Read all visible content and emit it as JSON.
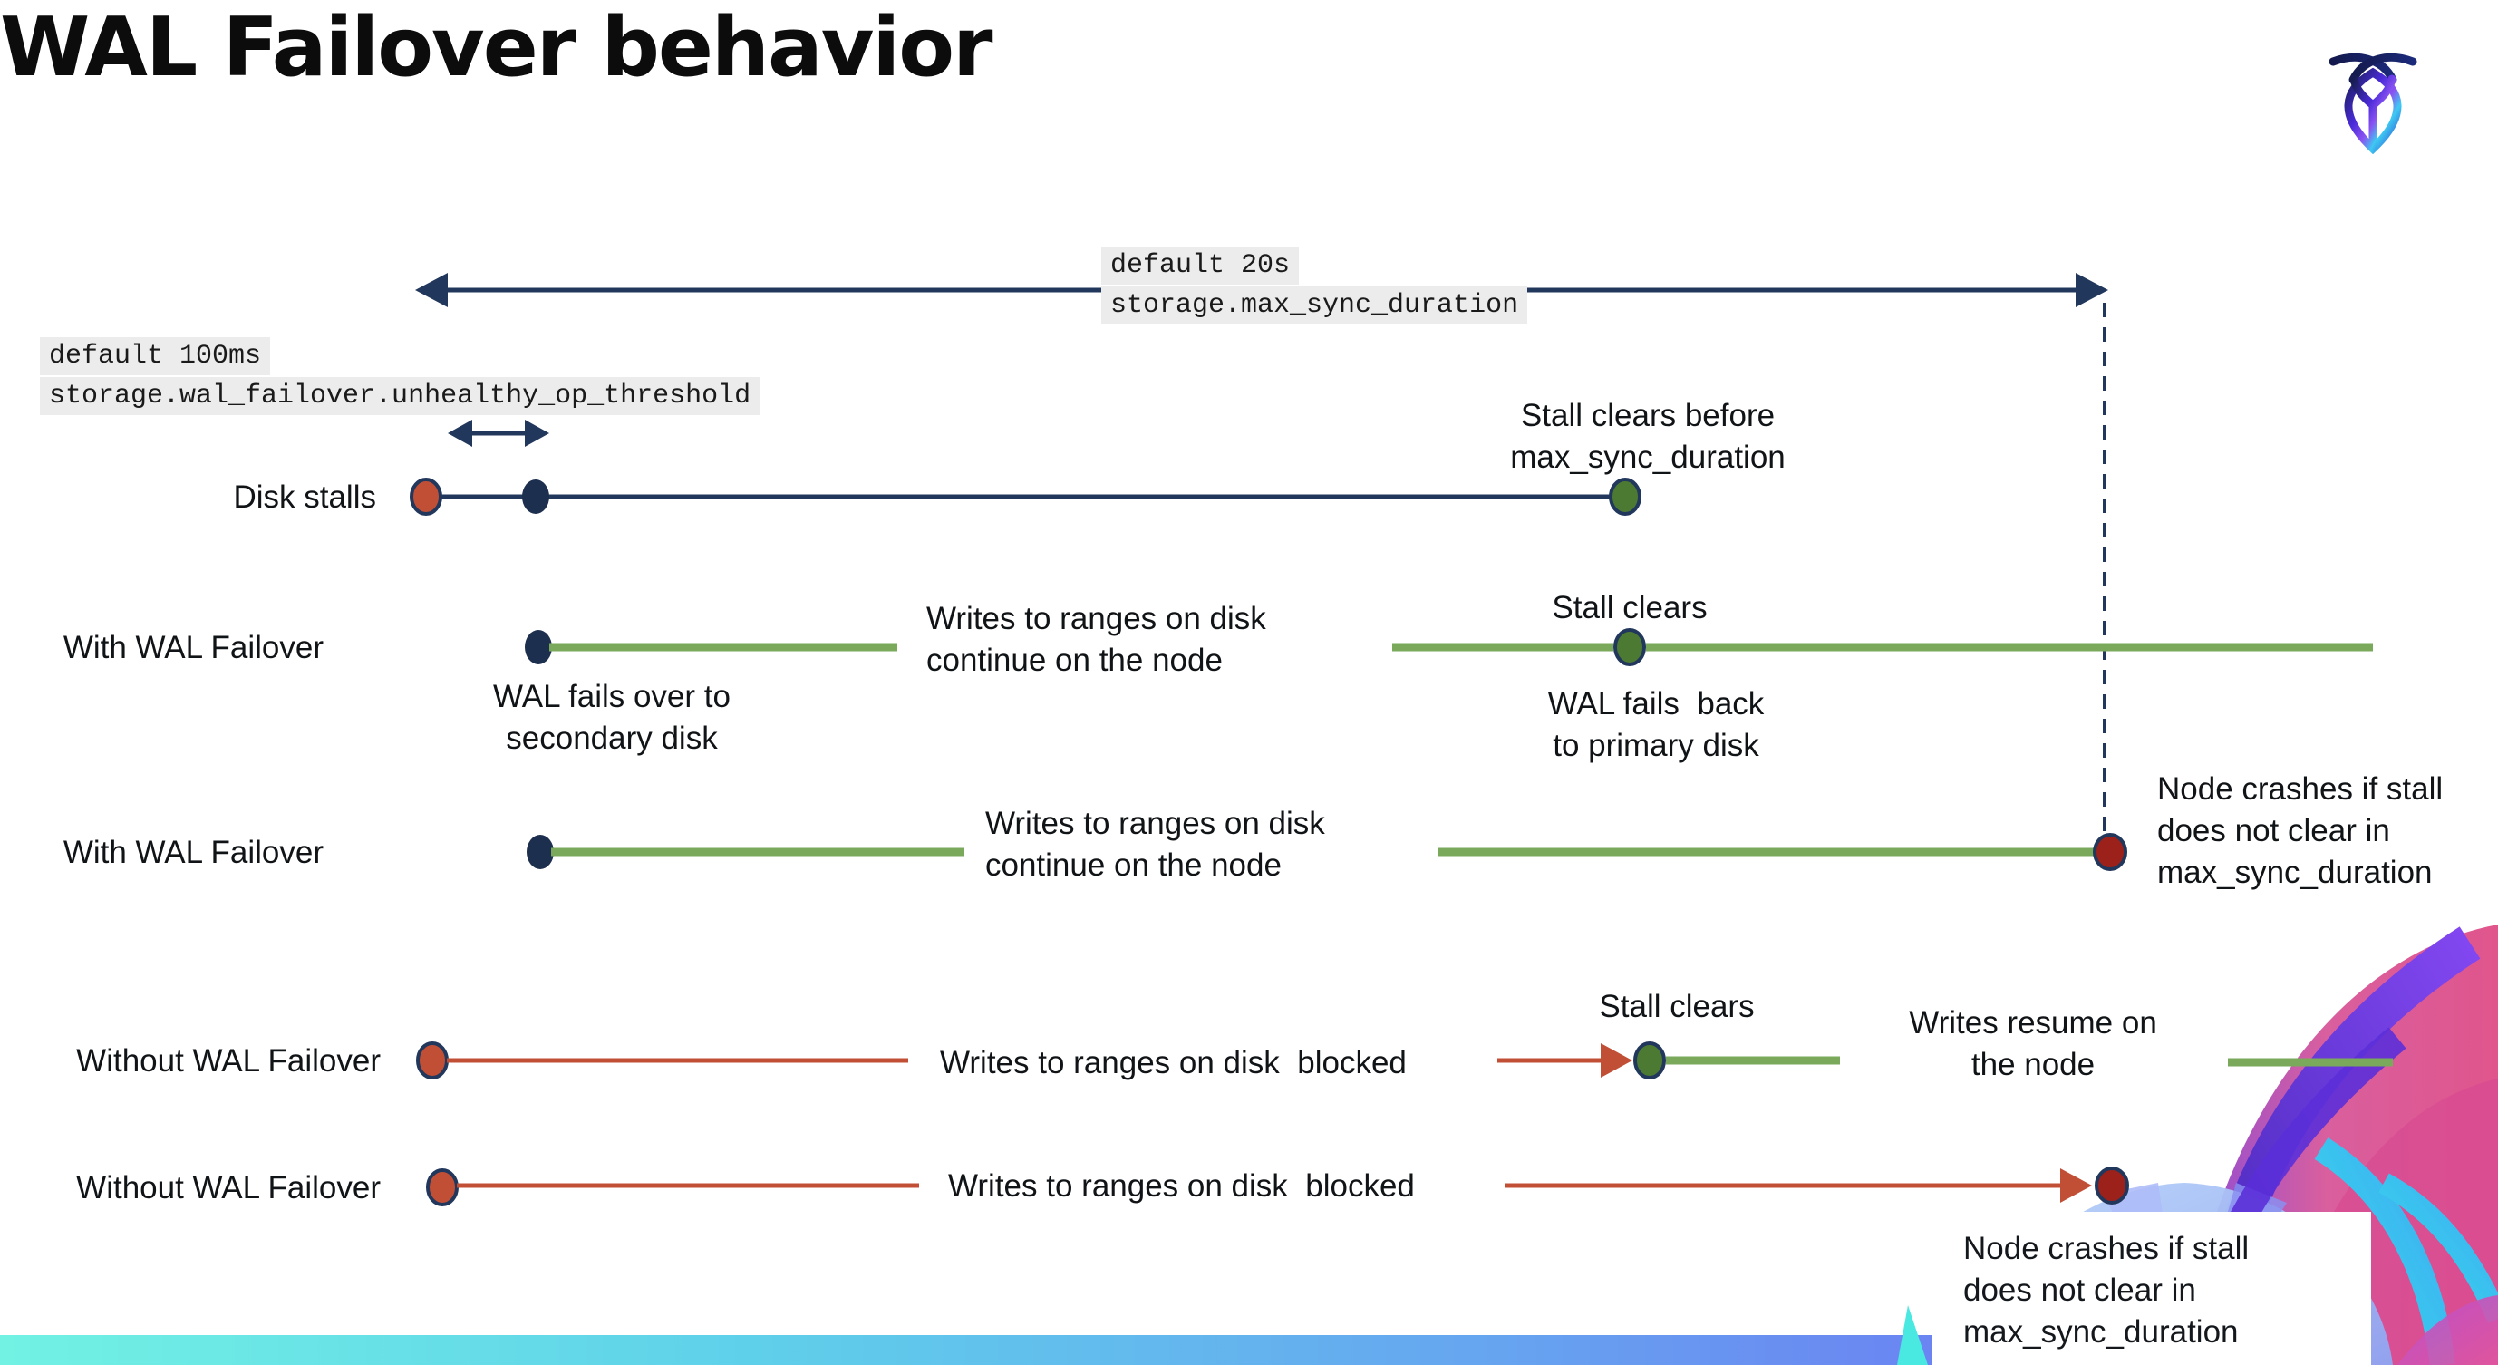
{
  "header": {
    "title": "WAL Failover behavior",
    "logo": "cockroachdb-logo"
  },
  "settings": {
    "max_sync_duration": {
      "default": "default 20s",
      "name": "storage.max_sync_duration"
    },
    "unhealthy_op_threshold": {
      "default": "default 100ms",
      "name": "storage.wal_failover.unhealthy_op_threshold"
    }
  },
  "rows": [
    {
      "label": "Disk stalls"
    },
    {
      "label": "With WAL Failover"
    },
    {
      "label": "With WAL Failover"
    },
    {
      "label": "Without WAL Failover"
    },
    {
      "label": "Without WAL Failover"
    }
  ],
  "annotations": {
    "stall_clears_before": {
      "line1": "Stall clears before",
      "line2": "max_sync_duration"
    },
    "wal_fails_over": {
      "line1": "WAL fails over to",
      "line2": "secondary disk"
    },
    "writes_continue": {
      "line1": "Writes to ranges on disk",
      "line2": "continue on the node"
    },
    "stall_clears": "Stall clears",
    "wal_fails_back": {
      "line1": "WAL fails  back",
      "line2": "to primary disk"
    },
    "node_crashes": {
      "line1": "Node crashes if stall",
      "line2": "does not clear in",
      "line3": "max_sync_duration"
    },
    "writes_blocked": "Writes to ranges on disk  blocked",
    "writes_resume": {
      "line1": "Writes resume on",
      "line2": "the node"
    }
  },
  "colors": {
    "navy": "#22375c",
    "navy_dot": "#1d2f4e",
    "green_line": "#7aa95b",
    "green_dot": "#4d7a32",
    "red": "#c14f35",
    "crash_red": "#9c211b",
    "code_background": "#ececec",
    "bar_gradient": [
      "#71f2e3",
      "#5fd0ea",
      "#66a4f0",
      "#7e58e9"
    ]
  }
}
